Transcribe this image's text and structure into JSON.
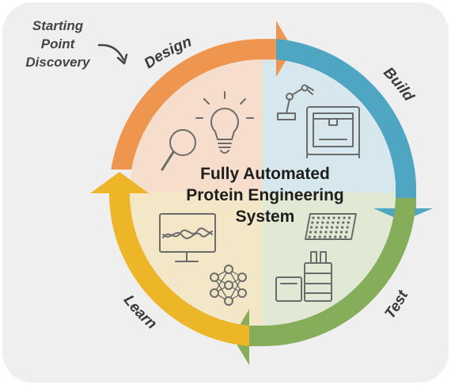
{
  "starting_point": {
    "line1": "Starting",
    "line2": "Point",
    "line3": "Discovery"
  },
  "center_title": {
    "line1": "Fully Automated",
    "line2": "Protein Engineering",
    "line3": "System"
  },
  "stages": [
    {
      "label": "Design",
      "color": "#EE9650",
      "quadrant_tint": "#F7DDCB"
    },
    {
      "label": "Build",
      "color": "#4FA6C2",
      "quadrant_tint": "#D6E8EE"
    },
    {
      "label": "Test",
      "color": "#86AE5A",
      "quadrant_tint": "#E1E8D4"
    },
    {
      "label": "Learn",
      "color": "#EDB528",
      "quadrant_tint": "#F4E7C8"
    }
  ],
  "icons": [
    "magnifier-icon",
    "lightbulb-icon",
    "robot-arm-icon",
    "3d-printer-icon",
    "well-plate-icon",
    "lab-analyzer-icon",
    "monitor-chart-icon",
    "neural-network-icon"
  ],
  "colors": {
    "panel_background": "#EFEFEF",
    "text": "#3a3a3a"
  }
}
